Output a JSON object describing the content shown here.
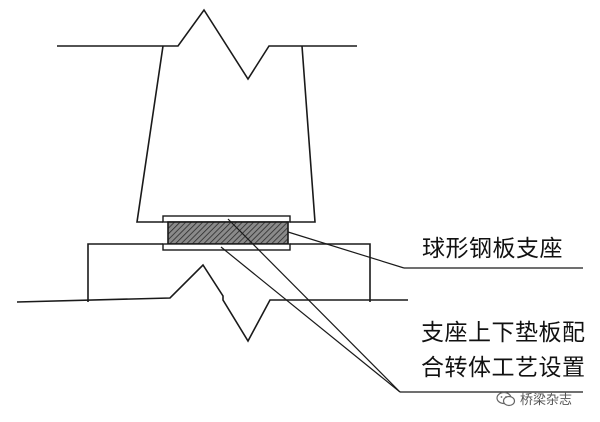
{
  "labels": {
    "bearing": "球形钢板支座",
    "pad_line1": "支座上下垫板配",
    "pad_line2": "合转体工艺设置"
  },
  "watermark": {
    "text": "桥梁杂志",
    "icon": "wechat-icon"
  },
  "colors": {
    "line": "#1a1a1a",
    "hatch_fill": "#7a7a7a"
  }
}
